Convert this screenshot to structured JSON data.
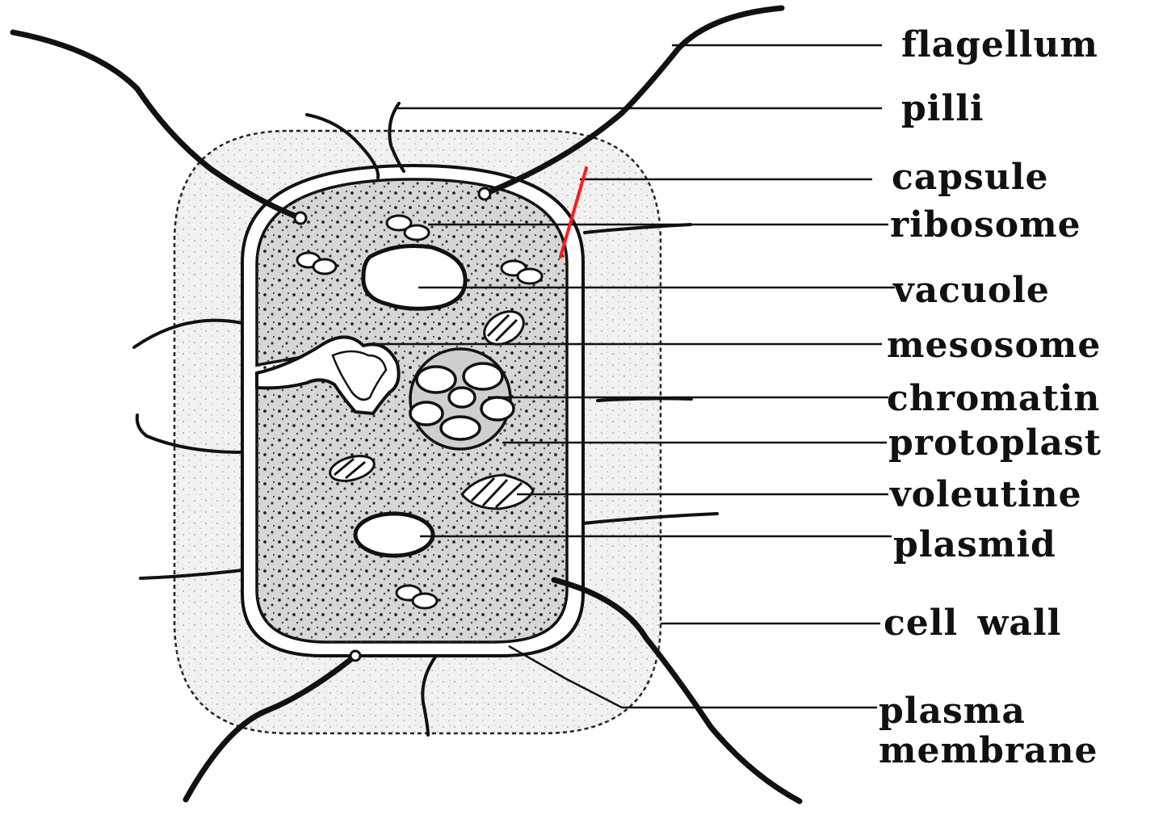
{
  "labels": {
    "flagellum": "flagellum",
    "pilli": "pilli",
    "capsule": "capsule",
    "ribosome": "ribosome",
    "vacuole": "vacuole",
    "mesosome": "mesosome",
    "chromatin": "chromatin",
    "protoplast": "protoplast",
    "voleutine": "voleutine",
    "plasmid": "plasmid",
    "cell_wall": "cell wall",
    "plasma_membrane": "plasma\nmembrane"
  },
  "colors": {
    "ink": "#111111",
    "capsule_fill": "#f1f1f1",
    "protoplast_fill": "#d9d9d9",
    "marker": "#ff1a1a"
  }
}
